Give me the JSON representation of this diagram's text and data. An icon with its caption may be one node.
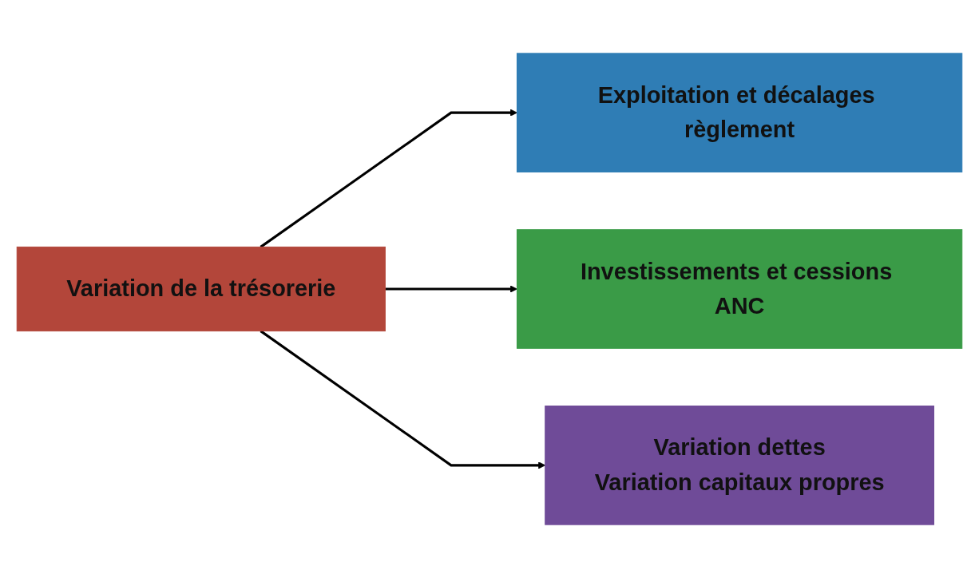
{
  "diagram": {
    "nodes": [
      {
        "text": [
          "Variation de la trésorerie"
        ]
      },
      {
        "text": [
          "Exploitation et décalages règlement"
        ]
      },
      {
        "text": [
          "Investissements et cessions ANC"
        ]
      },
      {
        "text": [
          "Variation dettes",
          "Variation capitaux propres"
        ]
      }
    ],
    "edges": [
      {
        "from": 0,
        "to": 1,
        "arrow": "to"
      },
      {
        "from": 0,
        "to": 2,
        "arrow": "to"
      },
      {
        "from": 0,
        "to": 3,
        "arrow": "to"
      }
    ]
  }
}
